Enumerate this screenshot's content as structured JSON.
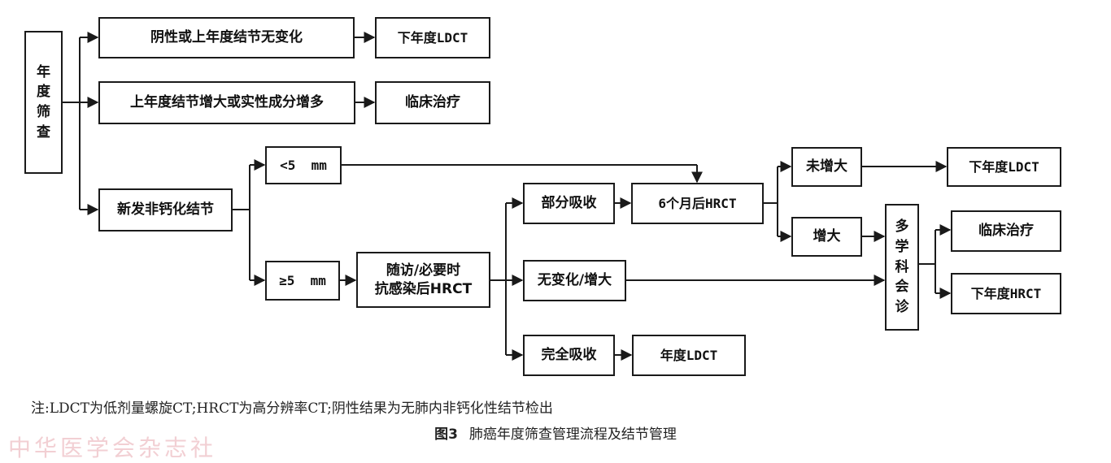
{
  "nodes": {
    "annual_screening": "年\n度\n筛\n查",
    "negative_no_change": "阴性或上年度结节无变化",
    "next_year_ldct_1": "下年度LDCT",
    "enlarged_or_solid": "上年度结节增大或实性成分增多",
    "clinical_treatment_1": "临床治疗",
    "new_noncalcified": "新发非钙化结节",
    "lt5": "<5  mm",
    "ge5": "≥5  mm",
    "followup": "随访/必要时\n抗感染后HRCT",
    "partial_absorb": "部分吸收",
    "hrct_6m": "6个月后HRCT",
    "unchanged_enlarged": "无变化/增大",
    "complete_absorb": "完全吸收",
    "annual_ldct": "年度LDCT",
    "not_enlarged": "未增大",
    "enlarged": "增大",
    "mdt": "多\n学\n科\n会\n诊",
    "next_year_ldct_2": "下年度LDCT",
    "clinical_treatment_2": "临床治疗",
    "next_year_hrct": "下年度HRCT"
  },
  "note": "注:LDCT为低剂量螺旋CT;HRCT为高分辨率CT;阴性结果为无肺内非钙化性结节检出",
  "caption": {
    "number": "图3",
    "title": "肺癌年度筛查管理流程及结节管理"
  },
  "watermark": "中华医学会杂志社"
}
